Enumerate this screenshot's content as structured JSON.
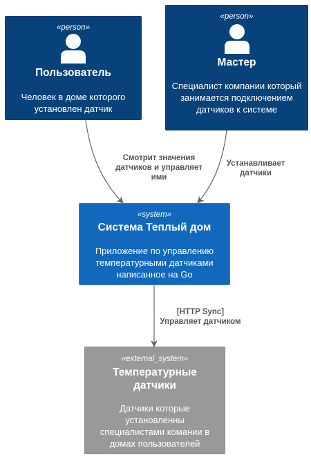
{
  "elements": {
    "user": {
      "stereotype": "«person»",
      "title": "Пользователь",
      "description": "Человек в доме которого установлен датчик"
    },
    "master": {
      "stereotype": "«person»",
      "title": "Мастер",
      "description": "Специалист компании который занимается подключением датчиков к системе"
    },
    "system": {
      "stereotype": "«system»",
      "title": "Система Теплый дом",
      "description": "Приложение по управлению температурными датчиками написанное на Go"
    },
    "sensors": {
      "stereotype": "«external_system»",
      "title": "Температурные датчики",
      "description": "Датчики которые установленны специалистами комании в домах пользователей"
    }
  },
  "relations": {
    "user_to_system": "Смотрит значения\nдатчиков и управляет\nими",
    "master_to_system": "Устанавливает\nдатчики",
    "system_to_sensors_tech": "[HTTP Sync]",
    "system_to_sensors": "Управляет датчиком"
  },
  "colors": {
    "person": "#08427b",
    "system": "#1168bd",
    "external_system": "#999999",
    "arrow": "#666666"
  },
  "icons": [
    "person-icon",
    "person-icon"
  ]
}
